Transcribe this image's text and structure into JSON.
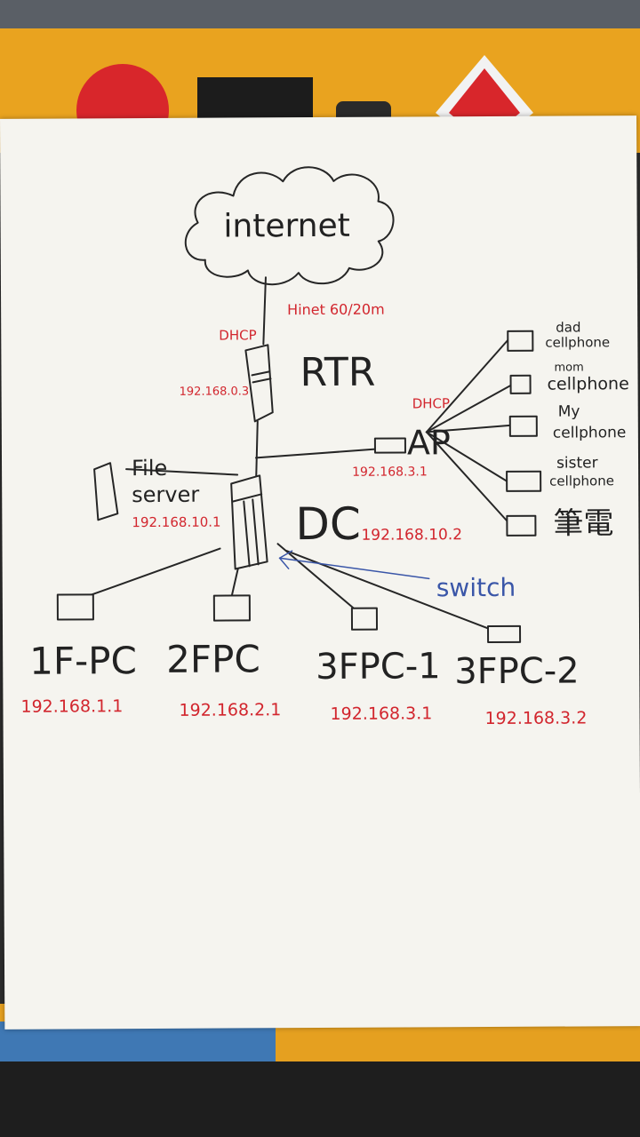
{
  "cloud": {
    "label": "internet"
  },
  "router": {
    "name": "RTR",
    "ip": "192.168.0.3",
    "mode": "DHCP",
    "isp": "Hinet 60/20m"
  },
  "ap": {
    "name": "AP",
    "ip": "192.168.3.1",
    "mode": "DHCP"
  },
  "file_server": {
    "name_line1": "File",
    "name_line2": "server",
    "ip": "192.168.10.1"
  },
  "dc": {
    "name": "DC",
    "ip": "192.168.10.2"
  },
  "switch": {
    "label": "switch"
  },
  "wireless_devices": [
    {
      "line1": "dad",
      "line2": "cellphone"
    },
    {
      "line1": "mom",
      "line2": "cellphone"
    },
    {
      "line1": "My",
      "line2": "cellphone"
    },
    {
      "line1": "sister",
      "line2": "cellphone"
    },
    {
      "line1": "筆電",
      "line2": ""
    }
  ],
  "pcs": [
    {
      "name": "1F-PC",
      "ip": "192.168.1.1"
    },
    {
      "name": "2FPC",
      "ip": "192.168.2.1"
    },
    {
      "name": "3FPC-1",
      "ip": "192.168.3.1"
    },
    {
      "name": "3FPC-2",
      "ip": "192.168.3.2"
    }
  ],
  "colors": {
    "ink": "#262626",
    "red": "#d2262e",
    "blue": "#3a56a8",
    "paper": "#f5f4ef",
    "box": "#e9a31f"
  }
}
